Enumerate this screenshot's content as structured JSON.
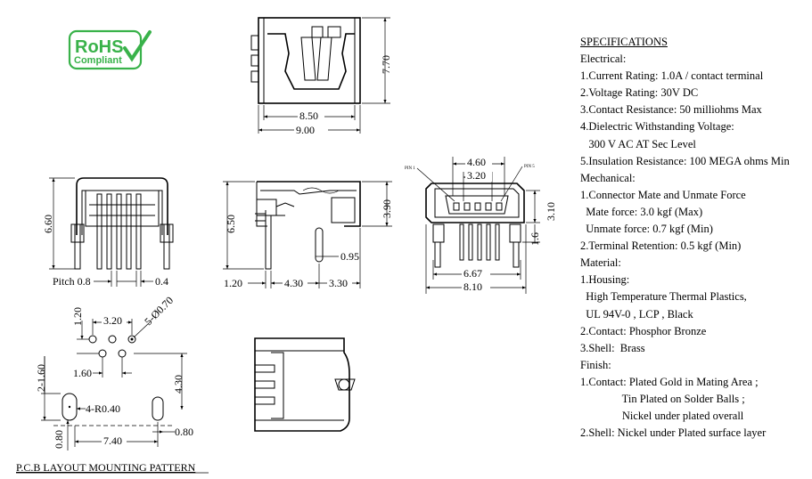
{
  "logo": {
    "line1": "RoHS",
    "line2": "Compliant",
    "color": "#39b24a"
  },
  "top_view": {
    "dim_inner": "8.50",
    "dim_outer": "9.00",
    "dim_height": "7.70"
  },
  "front_view": {
    "dim_height": "6.60",
    "pitch": "Pitch 0.8",
    "pin_width": "0.4"
  },
  "side_view": {
    "dim_height": "6.50",
    "dim_shell": "3.90",
    "dim_pin": "0.95",
    "dim_a": "1.20",
    "dim_b": "4.30",
    "dim_c": "3.30"
  },
  "mating_view": {
    "pin1": "PIN 1",
    "pin5": "PIN 5",
    "dim_top": "4.60",
    "dim_inner": "3.20",
    "dim_right": "3.10",
    "dim_small": "1.6",
    "dim_mid": "6.67",
    "dim_bottom": "8.10"
  },
  "pcb": {
    "title": "P.C.B LAYOUT MOUNTING PATTERN",
    "d_120": "1.20",
    "d_320": "3.20",
    "d_holes": "5-Ø0.70",
    "d_160h": "1.60",
    "d_2160": "2-1.60",
    "d_430": "4.30",
    "d_r040": "4-R0.40",
    "d_080v": "0.80",
    "d_740": "7.40",
    "d_080h": "0.80"
  },
  "specs": {
    "title": "SPECIFICATIONS",
    "lines": [
      {
        "text": "Electrical:",
        "kind": "head-plain"
      },
      {
        "text": "1.Current Rating: 1.0A / contact terminal"
      },
      {
        "text": "2.Voltage Rating: 30V DC"
      },
      {
        "text": "3.Contact Resistance: 50 milliohms Max"
      },
      {
        "text": "4.Dielectric Withstanding Voltage:"
      },
      {
        "text": "   300 V AC AT Sec Level"
      },
      {
        "text": "5.Insulation Resistance: 100 MEGA ohms Min"
      },
      {
        "text": "Mechanical:"
      },
      {
        "text": "1.Connector Mate and Unmate Force"
      },
      {
        "text": "  Mate force: 3.0 kgf (Max)"
      },
      {
        "text": "  Unmate force: 0.7 kgf (Min)"
      },
      {
        "text": "2.Terminal Retention: 0.5 kgf (Min)"
      },
      {
        "text": "Material:"
      },
      {
        "text": "1.Housing:"
      },
      {
        "text": "  High Temperature Thermal Plastics,"
      },
      {
        "text": "  UL 94V-0 , LCP , Black"
      },
      {
        "text": "2.Contact: Phosphor Bronze"
      },
      {
        "text": "3.Shell:  Brass"
      },
      {
        "text": "Finish:"
      },
      {
        "text": "1.Contact: Plated Gold in Mating Area ;"
      },
      {
        "text": "               Tin Plated on Solder Balls ;"
      },
      {
        "text": "               Nickel under plated overall"
      },
      {
        "text": "2.Shell: Nickel under Plated surface layer"
      }
    ]
  }
}
